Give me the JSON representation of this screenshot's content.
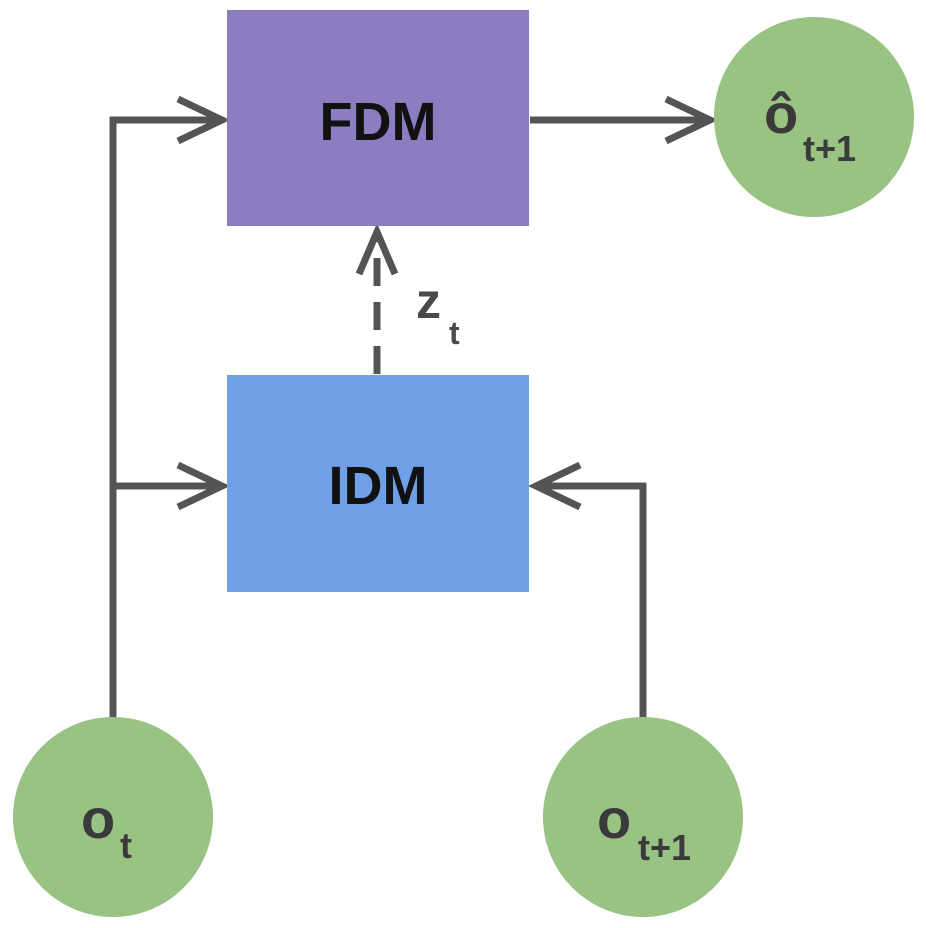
{
  "diagram": {
    "boxes": {
      "fdm": {
        "label": "FDM",
        "color": "#8b7dc0"
      },
      "idm": {
        "label": "IDM",
        "color": "#6f9fe4"
      }
    },
    "nodes": {
      "o_t": {
        "main": "o",
        "sub": "t",
        "color": "#98c382"
      },
      "o_t1": {
        "main": "o",
        "sub": "t+1",
        "color": "#98c382"
      },
      "o_hat_t1": {
        "main": "ô",
        "sub": "t+1",
        "color": "#98c382"
      }
    },
    "latent": {
      "main": "z",
      "sub": "t"
    },
    "edge_color": "#545454"
  }
}
